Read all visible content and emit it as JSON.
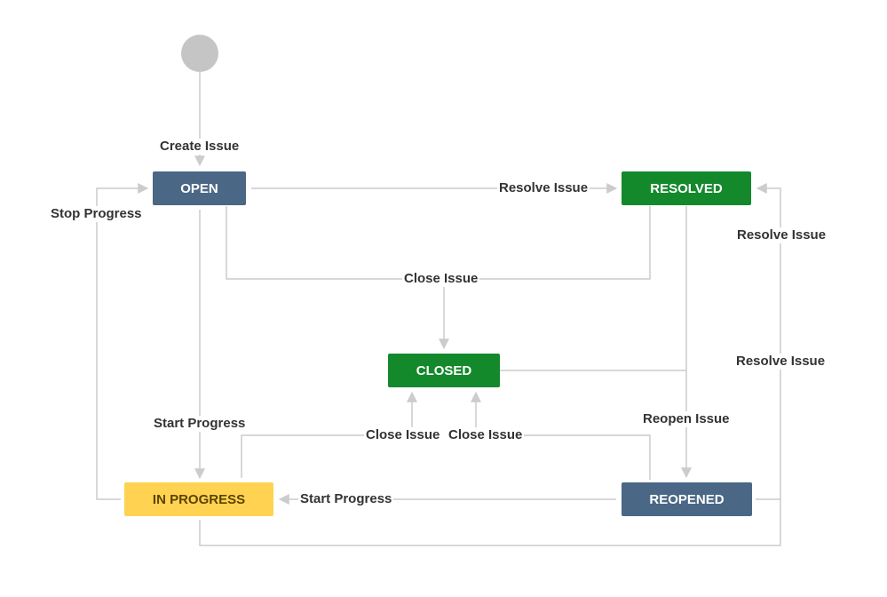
{
  "colors": {
    "blue": "#4a6785",
    "green": "#14892c",
    "yellow": "#ffd351",
    "line": "#cccccc",
    "start": "#c5c5c5",
    "dark_text": "#594300"
  },
  "statuses": {
    "open": "OPEN",
    "resolved": "RESOLVED",
    "closed": "CLOSED",
    "in_progress": "IN PROGRESS",
    "reopened": "REOPENED"
  },
  "transitions": {
    "create_issue": "Create Issue",
    "resolve_issue_open": "Resolve Issue",
    "stop_progress": "Stop Progress",
    "resolve_issue_right_top": "Resolve Issue",
    "close_issue_top": "Close Issue",
    "resolve_issue_right_bottom": "Resolve Issue",
    "start_progress_open": "Start Progress",
    "reopen_issue": "Reopen Issue",
    "close_issue_inprogress": "Close Issue",
    "close_issue_reopened": "Close Issue",
    "start_progress_reopened": "Start Progress"
  }
}
